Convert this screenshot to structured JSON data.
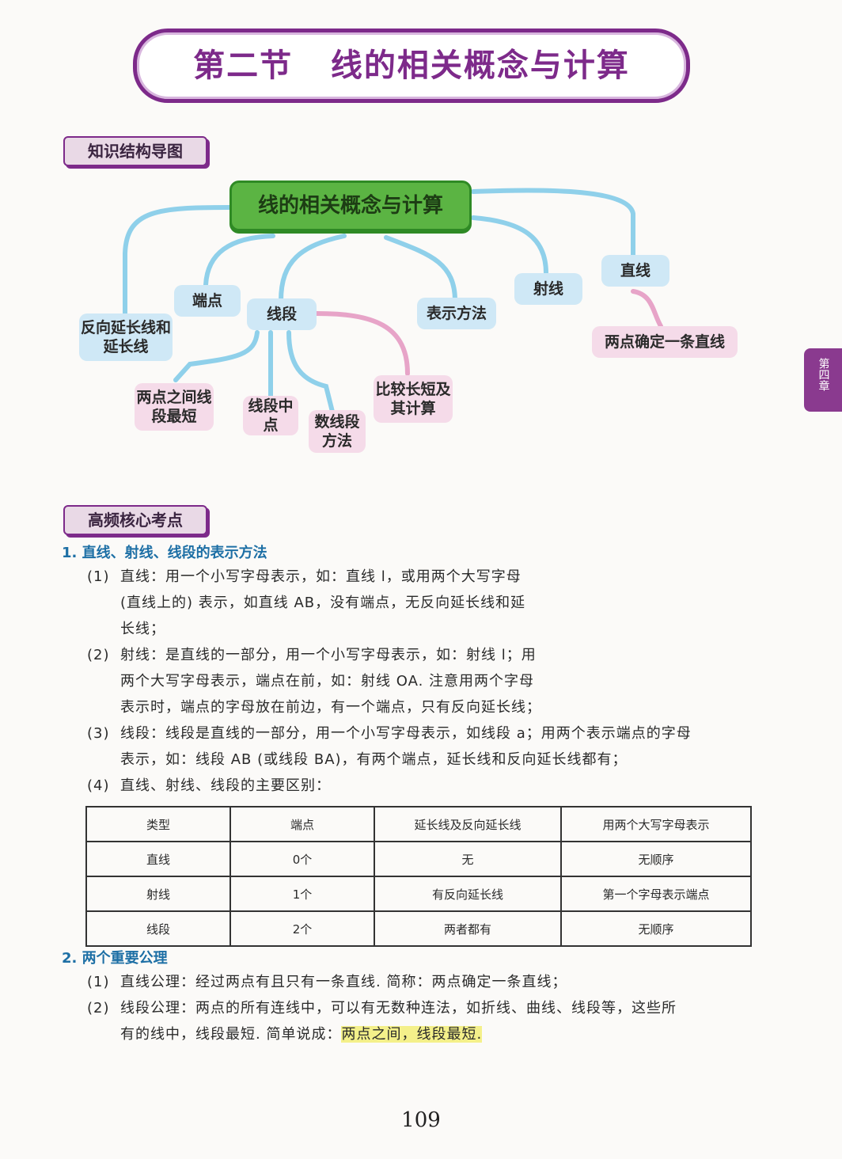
{
  "title": "第二节   线的相关概念与计算",
  "section_tags": {
    "map": "知识结构导图",
    "core": "高频核心考点"
  },
  "side_tab": "第四章",
  "mindmap": {
    "root": "线的相关概念与计算",
    "nodes": {
      "reverse_extension": "反向延长线和延长线",
      "endpoint": "端点",
      "segment": "线段",
      "notation": "表示方法",
      "ray": "射线",
      "line": "直线",
      "two_points_line": "两点确定一条直线",
      "shortest": "两点之间线段最短",
      "midpoint": "线段中点",
      "counting": "数线段方法",
      "compare": "比较长短及其计算"
    }
  },
  "points": {
    "p1_title": "1. 直线、射线、线段的表示方法",
    "p1_1_num": "(1)",
    "p1_1_l1": "直线：用一个小写字母表示，如：直线 l，或用两个大写字母",
    "p1_1_l2": "(直线上的) 表示，如直线 AB，没有端点，无反向延长线和延",
    "p1_1_l3": "长线；",
    "p1_2_num": "(2)",
    "p1_2_l1": "射线：是直线的一部分，用一个小写字母表示，如：射线 l；用",
    "p1_2_l2": "两个大写字母表示，端点在前，如：射线 OA. 注意用两个字母",
    "p1_2_l3": "表示时，端点的字母放在前边，有一个端点，只有反向延长线；",
    "p1_3_num": "(3)",
    "p1_3_l1": "线段：线段是直线的一部分，用一个小写字母表示，如线段 a；用两个表示端点的字母",
    "p1_3_l2": "表示，如：线段 AB (或线段 BA)，有两个端点，延长线和反向延长线都有；",
    "p1_4_num": "(4)",
    "p1_4_l1": "直线、射线、线段的主要区别：",
    "p2_title": "2. 两个重要公理",
    "p2_1_num": "(1)",
    "p2_1_l1": "直线公理：经过两点有且只有一条直线. 简称：两点确定一条直线；",
    "p2_2_num": "(2)",
    "p2_2_l1": "线段公理：两点的所有连线中，可以有无数种连法，如折线、曲线、线段等，这些所",
    "p2_2_l2a": "有的线中，线段最短. 简单说成：",
    "p2_2_l2b": "两点之间，线段最短."
  },
  "table": {
    "header": [
      "类型",
      "端点",
      "延长线及反向延长线",
      "用两个大写字母表示"
    ],
    "rows": [
      [
        "直线",
        "0个",
        "无",
        "无顺序"
      ],
      [
        "射线",
        "1个",
        "有反向延长线",
        "第一个字母表示端点"
      ],
      [
        "线段",
        "2个",
        "两者都有",
        "无顺序"
      ]
    ]
  },
  "page_number": "109",
  "colors": {
    "accent": "#7d2a8a",
    "blue_node": "#cfe8f6",
    "pink_node": "#f5dbe9",
    "root": "#5bb443",
    "heading": "#1d6fa5",
    "highlight": "#f4f08a"
  }
}
